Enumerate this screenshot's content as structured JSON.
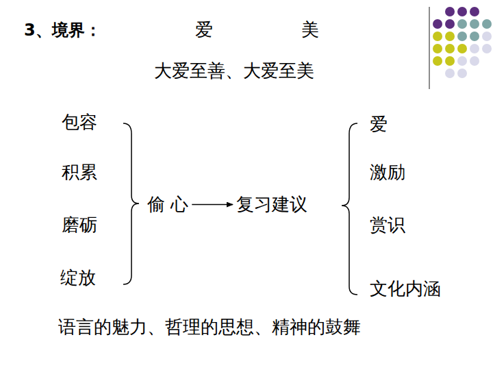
{
  "diagram": {
    "title": "3、境界：",
    "nodes": [
      {
        "text": [
          "偷 心"
        ]
      },
      {
        "text": [
          "复习建议"
        ]
      }
    ],
    "edges": [
      {
        "from": 0,
        "to": 1,
        "arrow": "to"
      }
    ],
    "labels": [
      "爱",
      "美",
      "大爱至善、大爱至美",
      "包容",
      "积累",
      "磨砺",
      "绽放",
      "爱",
      "激励",
      "赏识",
      "文化内涵",
      "语言的魅力、哲理的思想、精神的鼓舞"
    ]
  }
}
